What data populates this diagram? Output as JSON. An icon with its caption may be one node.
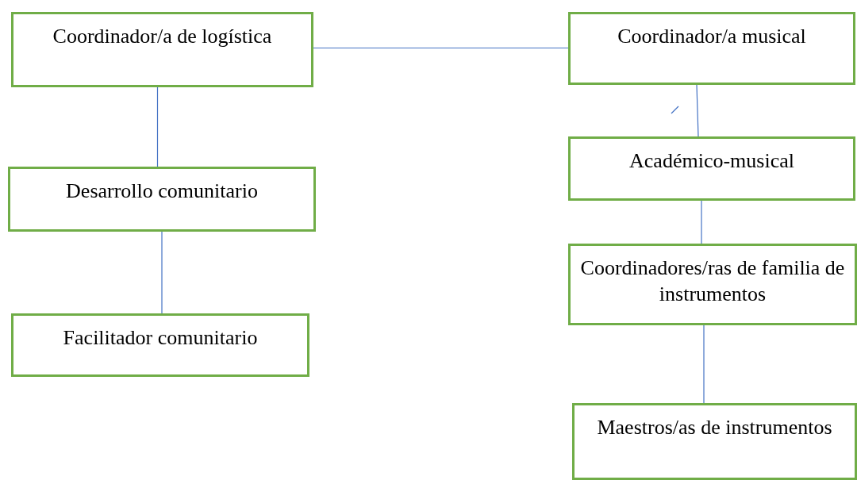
{
  "diagram": {
    "nodes": [
      {
        "text": [
          "Coordinador/a de logística"
        ]
      },
      {
        "text": [
          "Desarrollo comunitario"
        ]
      },
      {
        "text": [
          "Facilitador comunitario"
        ]
      },
      {
        "text": [
          "Coordinador/a musical"
        ]
      },
      {
        "text": [
          "Académico-musical"
        ]
      },
      {
        "text": [
          "Coordinadores/ras de familia de instrumentos"
        ]
      },
      {
        "text": [
          "Maestros/as de instrumentos"
        ]
      }
    ],
    "edges": [
      {
        "from": 0,
        "to": 3,
        "arrow": "none"
      },
      {
        "from": 0,
        "to": 1,
        "arrow": "none"
      },
      {
        "from": 1,
        "to": 2,
        "arrow": "none"
      },
      {
        "from": 3,
        "to": 4,
        "arrow": "none"
      },
      {
        "from": 4,
        "to": 5,
        "arrow": "none"
      },
      {
        "from": 5,
        "to": 6,
        "arrow": "none"
      }
    ]
  }
}
